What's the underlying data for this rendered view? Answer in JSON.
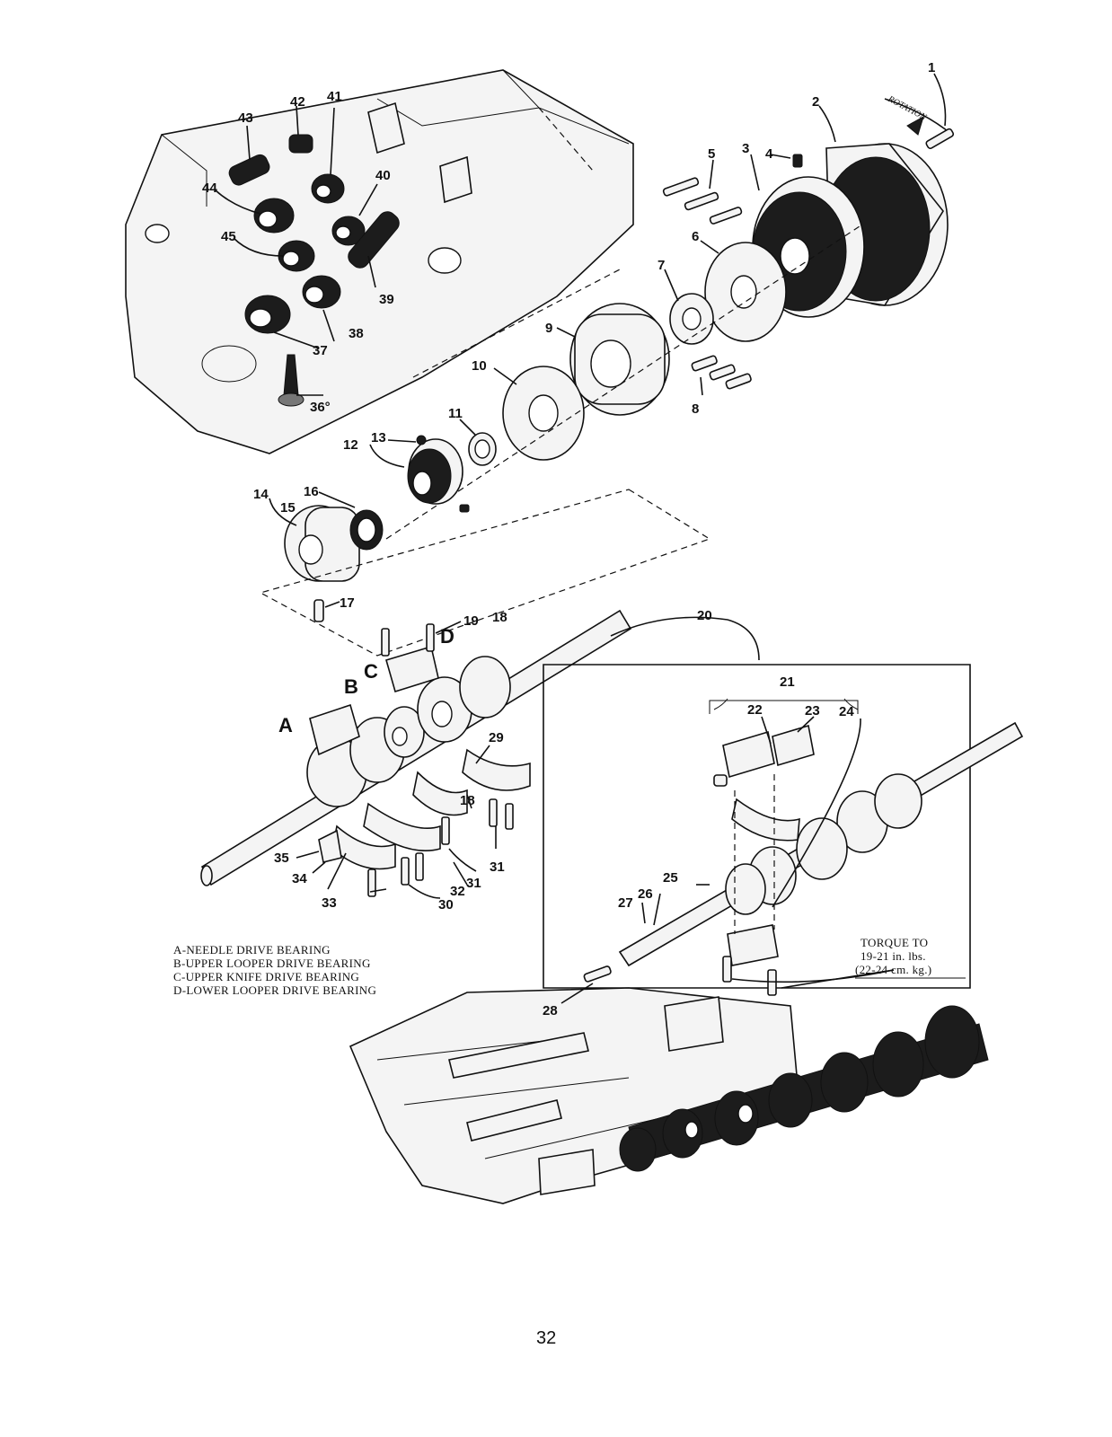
{
  "page_number": "32",
  "rotation_label": "ROTATION",
  "callouts": [
    "1",
    "2",
    "3",
    "4",
    "5",
    "6",
    "7",
    "8",
    "9",
    "10",
    "11",
    "12",
    "13",
    "14",
    "15",
    "16",
    "17",
    "18",
    "19",
    "20",
    "21",
    "22",
    "23",
    "24",
    "25",
    "26",
    "27",
    "28",
    "29",
    "30",
    "31",
    "32",
    "33",
    "34",
    "35",
    "36",
    "37",
    "38",
    "39",
    "40",
    "41",
    "42",
    "43",
    "44",
    "45"
  ],
  "bearing_letters": [
    "A",
    "B",
    "C",
    "D"
  ],
  "legend": [
    "A-NEEDLE DRIVE BEARING",
    "B-UPPER LOOPER DRIVE BEARING",
    "C-UPPER KNIFE DRIVE BEARING",
    "D-LOWER LOOPER DRIVE BEARING"
  ],
  "torque_note": {
    "line1": "TORQUE TO",
    "line2": "19-21 in. lbs.",
    "line3": "(22-24 cm. kg.)"
  },
  "extra_callouts": {
    "c36": "36°",
    "c18b": "18",
    "c31b": "31"
  },
  "colors": {
    "ink": "#111111",
    "paper": "#ffffff",
    "fill_dark": "#1c1c1c",
    "fill_light": "#f4f4f4"
  }
}
